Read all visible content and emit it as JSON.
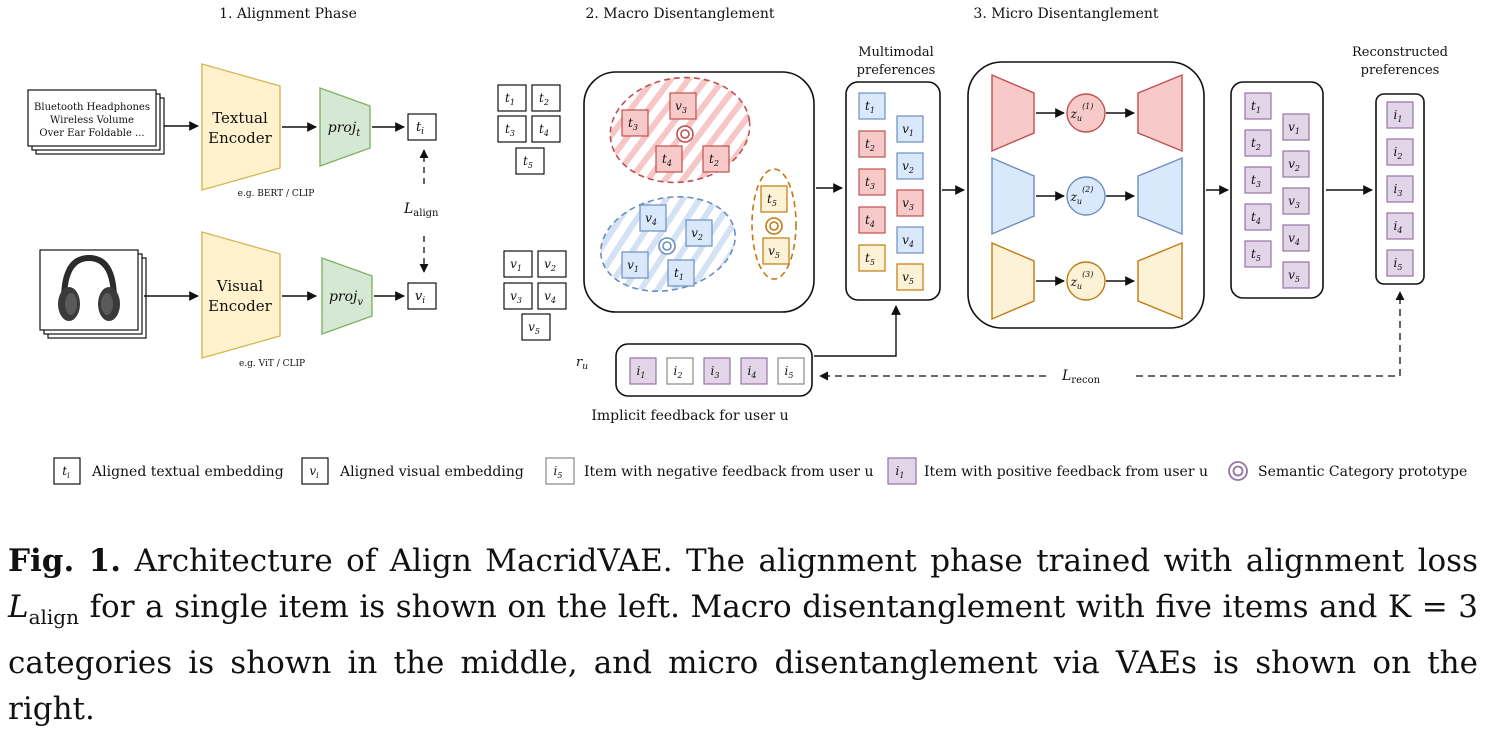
{
  "phases": {
    "alignment": "1. Alignment Phase",
    "macro": "2. Macro Disentanglement",
    "micro": "3. Micro Disentanglement"
  },
  "item_text": [
    "Bluetooth Headphones",
    "Wireless Volume",
    "Over Ear Foldable ..."
  ],
  "encoders": {
    "textual": [
      "Textual",
      "Encoder"
    ],
    "textual_eg": "e.g. BERT / CLIP",
    "visual": [
      "Visual",
      "Encoder"
    ],
    "visual_eg": "e.g. ViT / CLIP",
    "proj_t": "proj",
    "proj_t_sub": "t",
    "proj_v": "proj",
    "proj_v_sub": "v"
  },
  "embeddings": {
    "t": "t",
    "t_sub": "i",
    "v": "v",
    "v_sub": "i"
  },
  "losses": {
    "align": "L",
    "align_sub": "align",
    "recon": "L",
    "recon_sub": "recon"
  },
  "input_t": [
    "1",
    "2",
    "3",
    "4",
    "5"
  ],
  "input_v": [
    "1",
    "2",
    "3",
    "4",
    "5"
  ],
  "macro_clusters": {
    "red": [
      "3",
      "3",
      "4",
      "2"
    ],
    "blue": [
      "4",
      "2",
      "1",
      "1"
    ],
    "orange": [
      "5",
      "5"
    ]
  },
  "multimodal_title": [
    "Multimodal",
    "preferences"
  ],
  "reconstructed_title": [
    "Reconstructed",
    "preferences"
  ],
  "latents": [
    "1",
    "2",
    "3"
  ],
  "ru_label": "r",
  "ru_sub": "u",
  "feedback": {
    "items": [
      "1",
      "2",
      "3",
      "4",
      "5"
    ],
    "positive": [
      true,
      false,
      true,
      true,
      false
    ],
    "caption": "Implicit feedback for user u"
  },
  "legend": {
    "t_label": "Aligned textual embedding",
    "v_label": "Aligned visual embedding",
    "neg_label": "Item with negative feedback from user u",
    "pos_label": "Item with positive feedback from user u",
    "proto_label": "Semantic Category prototype"
  },
  "colors": {
    "red": "#c0504d",
    "red_fill": "#f8c9c9",
    "blue": "#6c8ebf",
    "blue_fill": "#dae8fc",
    "orange": "#c07a10",
    "orange_fill": "#fdf1d6",
    "purple": "#9673a6",
    "purple_fill": "#e1d5e7",
    "green": "#82b366",
    "green_fill": "#d5e8d4",
    "yellow": "#d6b656",
    "yellow_fill": "#fff2cc"
  },
  "caption": {
    "bold": "Fig. 1.",
    "text1": " Architecture of Align MacridVAE. The alignment phase trained with alignment loss ",
    "loss": "L",
    "loss_sub": "align",
    "text2": " for a single item is shown on the left. Macro disentanglement with five items and K = 3 categories is shown in the middle, and micro disentanglement via VAEs is shown on the right."
  }
}
